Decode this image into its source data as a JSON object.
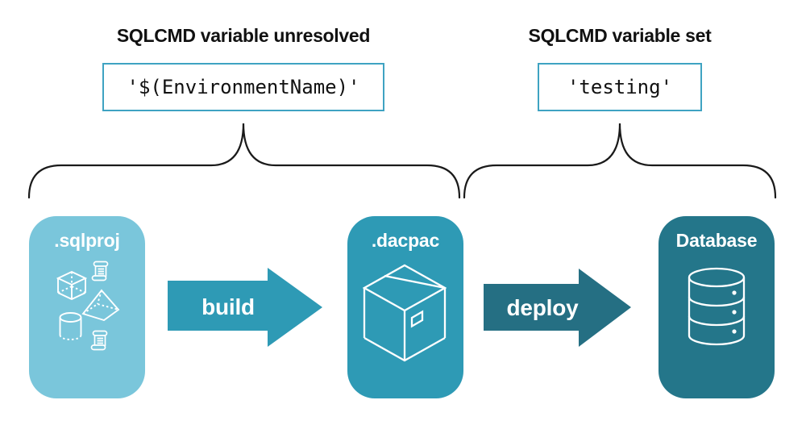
{
  "diagram": {
    "annotations": {
      "left": {
        "title": "SQLCMD variable unresolved",
        "code": "'$(EnvironmentName)'"
      },
      "right": {
        "title": "SQLCMD variable set",
        "code": "'testing'"
      }
    },
    "pipeline": {
      "stages": [
        {
          "id": "sqlproj",
          "label": ".sqlproj",
          "color": "#7AC6DB",
          "icon": "sql-project-objects-icon"
        },
        {
          "id": "dacpac",
          "label": ".dacpac",
          "color": "#2E9AB5",
          "icon": "package-icon"
        },
        {
          "id": "database",
          "label": "Database",
          "color": "#24768A",
          "icon": "database-cylinder-icon"
        }
      ],
      "arrows": [
        {
          "id": "build",
          "label": "build",
          "color": "#2E9AB5"
        },
        {
          "id": "deploy",
          "label": "deploy",
          "color": "#256F83"
        }
      ]
    },
    "colors": {
      "background": "#FFFFFF",
      "code_box_border": "#3FA3C2",
      "heading_text": "#111111",
      "brace_stroke": "#1A1A1A",
      "stage_label_text": "#FFFFFF",
      "icon_stroke": "#FFFFFF"
    }
  }
}
